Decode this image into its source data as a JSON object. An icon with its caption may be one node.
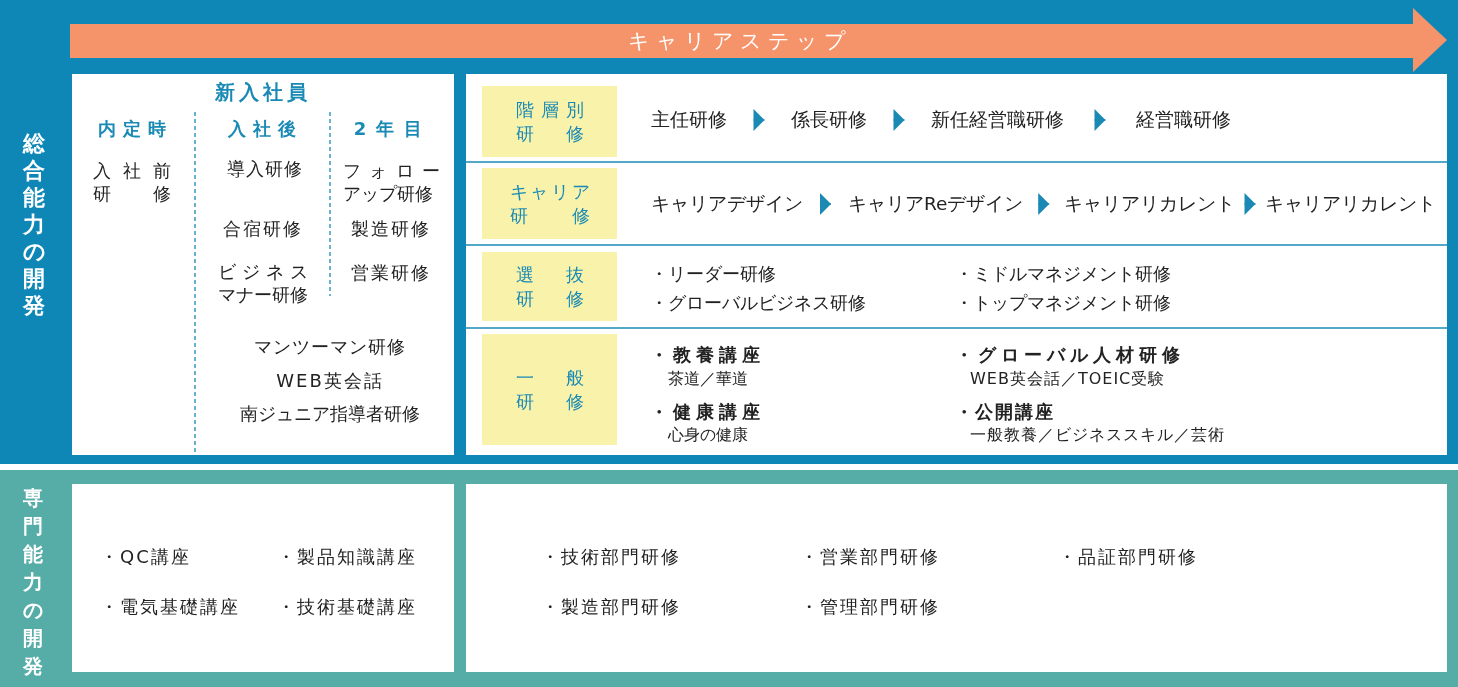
{
  "diagram": {
    "nodes": [
      {
        "text": [
          "総合能力の開発"
        ]
      },
      {
        "text": [
          "キャリアステップ"
        ],
        "in": 0
      },
      {
        "text": [
          "新入社員",
          "内定時",
          "入社後",
          "2年目",
          "入社前研修",
          "導入研修",
          "合宿研修",
          "ビジネスマナー研修",
          "フォローアップ研修",
          "製造研修",
          "営業研修",
          "マンツーマン研修",
          "WEB英会話",
          "南ジュニア指導者研修"
        ],
        "in": 0
      },
      {
        "text": [],
        "shape": "box",
        "in": 0
      },
      {
        "text": [
          "階層別研修"
        ],
        "in": 3
      },
      {
        "text": [
          "主任研修"
        ],
        "in": 3
      },
      {
        "text": [
          "係長研修"
        ],
        "in": 3
      },
      {
        "text": [
          "新任経営職研修"
        ],
        "in": 3
      },
      {
        "text": [
          "経営職研修"
        ],
        "in": 3
      },
      {
        "text": [
          "キャリア研修"
        ],
        "in": 3
      },
      {
        "text": [
          "キャリアデザイン"
        ],
        "in": 3
      },
      {
        "text": [
          "キャリアReデザイン"
        ],
        "in": 3
      },
      {
        "text": [
          "キャリアリカレント"
        ],
        "in": 3
      },
      {
        "text": [
          "キャリアリカレント"
        ],
        "in": 3
      },
      {
        "text": [
          "選抜研修"
        ],
        "in": 3
      },
      {
        "text": [
          "一般研修"
        ],
        "in": 3
      },
      {
        "text": [
          "専門能力の開発"
        ]
      },
      {
        "text": [
          "・QC講座",
          "・製品知識講座",
          "・電気基礎講座",
          "・技術基礎講座"
        ],
        "in": 16
      },
      {
        "text": [
          "・技術部門研修",
          "・営業部門研修",
          "・品証部門研修",
          "・製造部門研修",
          "・管理部門研修"
        ],
        "in": 16
      }
    ],
    "edges": [
      {
        "from": 5,
        "to": 6,
        "arrow": "to"
      },
      {
        "from": 6,
        "to": 7,
        "arrow": "to"
      },
      {
        "from": 7,
        "to": 8,
        "arrow": "to"
      },
      {
        "from": 10,
        "to": 11,
        "arrow": "to"
      },
      {
        "from": 11,
        "to": 12,
        "arrow": "to"
      },
      {
        "from": 12,
        "to": 13,
        "arrow": "to"
      }
    ],
    "labels": [
      "・リーダー研修",
      "・ミドルマネジメント研修",
      "・グローバルビジネス研修",
      "・トップマネジメント研修",
      "・教養講座",
      "茶道／華道",
      "・グローバル人材研修",
      "WEB英会話／TOEIC受験",
      "・健康講座",
      "心身の健康",
      "・公開講座",
      "一般教養／ビジネススキル／芸術"
    ]
  }
}
